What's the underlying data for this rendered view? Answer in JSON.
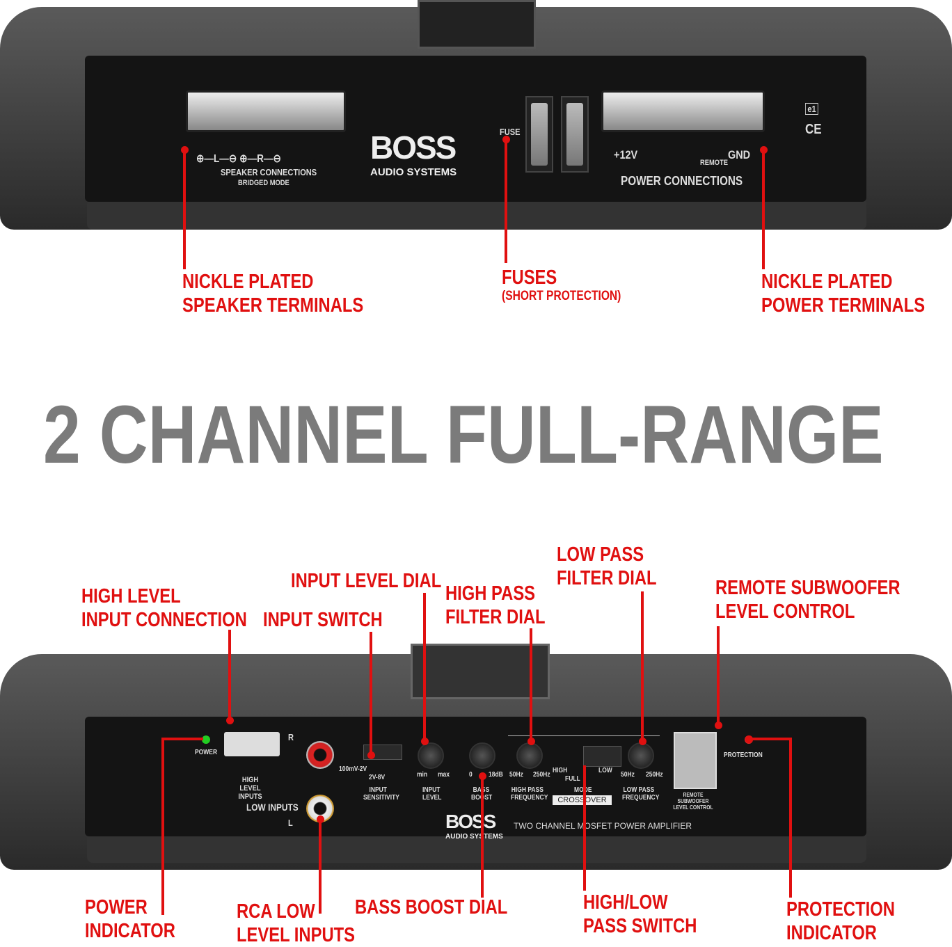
{
  "title": "2 CHANNEL FULL-RANGE",
  "top_amp": {
    "speaker_markings": "⊕—L—⊖   ⊕—R—⊖",
    "speaker_connections": "SPEAKER CONNECTIONS",
    "bridged_mode": "BRIDGED MODE",
    "brand": "BOSS",
    "brand_sub": "AUDIO SYSTEMS",
    "fuse": "FUSE",
    "plus12v": "+12V",
    "remote": "REMOTE",
    "gnd": "GND",
    "power_connections": "POWER CONNECTIONS",
    "cert_e1": "e1",
    "cert_ce": "CE"
  },
  "top_callouts": {
    "speaker_terminals": [
      "NICKLE PLATED",
      "SPEAKER TERMINALS"
    ],
    "fuses": "FUSES",
    "fuses_sub": "(SHORT PROTECTION)",
    "power_terminals": [
      "NICKLE PLATED",
      "POWER TERMINALS"
    ]
  },
  "bottom_amp": {
    "power": "POWER",
    "high_level_inputs": "HIGH LEVEL INPUTS",
    "r": "R",
    "l": "L",
    "low_inputs": "LOW INPUTS",
    "sens_low": "100mV-2V",
    "sens_high": "2V-8V",
    "input_sensitivity": "INPUT SENSITIVITY",
    "min": "min",
    "max": "max",
    "input_level": "INPUT LEVEL",
    "boost_min": "0",
    "boost_max": "18dB",
    "bass_boost": "BASS BOOST",
    "hp_min": "50Hz",
    "hp_max": "250Hz",
    "high_pass_frequency": "HIGH PASS FREQUENCY",
    "mode_high": "HIGH",
    "mode_full": "FULL",
    "mode_low": "LOW",
    "mode": "MODE",
    "crossover": "CROSSOVER",
    "lp_min": "50Hz",
    "lp_max": "250Hz",
    "low_pass_frequency": "LOW PASS FREQUENCY",
    "remote_sub": "REMOTE SUBWOOFER LEVEL CONTROL",
    "protection": "PROTECTION",
    "brand": "BOSS",
    "brand_sub": "AUDIO SYSTEMS",
    "model_desc": "TWO CHANNEL MOSFET POWER AMPLIFIER"
  },
  "bottom_callouts": {
    "high_level": [
      "HIGH LEVEL",
      "INPUT CONNECTION"
    ],
    "input_level_dial": "INPUT LEVEL DIAL",
    "input_switch": "INPUT SWITCH",
    "high_pass": [
      "HIGH PASS",
      "FILTER DIAL"
    ],
    "low_pass": [
      "LOW PASS",
      "FILTER DIAL"
    ],
    "remote_sub": [
      "REMOTE SUBWOOFER",
      "LEVEL CONTROL"
    ],
    "power_indicator": [
      "POWER",
      "INDICATOR"
    ],
    "rca": [
      "RCA LOW",
      "LEVEL INPUTS"
    ],
    "bass_boost": "BASS BOOST DIAL",
    "hl_switch": [
      "HIGH/LOW",
      "PASS SWITCH"
    ],
    "protection": [
      "PROTECTION",
      "INDICATOR"
    ]
  },
  "colors": {
    "accent": "#e01010",
    "title": "#7b7b7b"
  }
}
